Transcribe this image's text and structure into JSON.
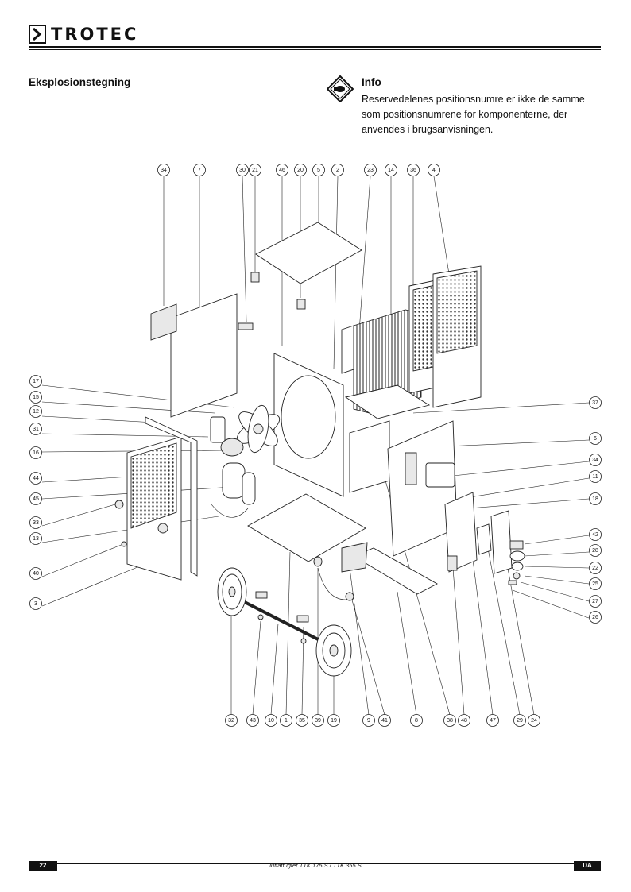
{
  "header": {
    "brand": "TROTEC"
  },
  "section": {
    "title": "Eksplosionstegning"
  },
  "info": {
    "title": "Info",
    "text": "Reservedelenes positionsnumre er ikke de samme som positionsnumrene for komponenterne, der anvendes i brugsanvisningen."
  },
  "diagram": {
    "top_callouts": [
      "34",
      "7",
      "30",
      "21",
      "46",
      "20",
      "5",
      "2",
      "23",
      "14",
      "36",
      "4"
    ],
    "left_callouts": [
      "17",
      "15",
      "12",
      "31",
      "16",
      "44",
      "45",
      "33",
      "13",
      "40",
      "3"
    ],
    "right_callouts": [
      "37",
      "6",
      "34",
      "11",
      "18",
      "42",
      "28",
      "22",
      "25",
      "27",
      "26"
    ],
    "bottom_callouts": [
      "32",
      "43",
      "10",
      "1",
      "35",
      "39",
      "19",
      "9",
      "41",
      "8",
      "38",
      "48",
      "47",
      "29",
      "24"
    ]
  },
  "footer": {
    "page": "22",
    "product": "luftaffugter TTK 175 S / TTK 355 S",
    "language": "DA"
  }
}
